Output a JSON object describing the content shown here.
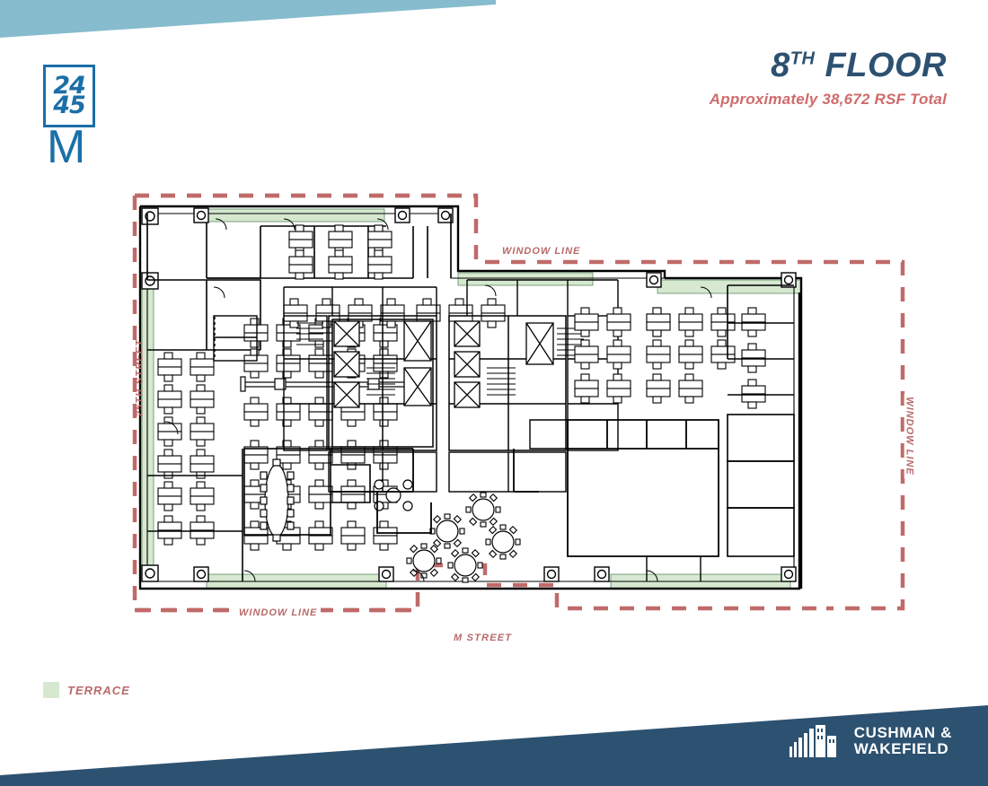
{
  "header": {
    "floor_number": "8",
    "floor_ordinal": "TH",
    "floor_word": "FLOOR",
    "subtitle": "Approximately 38,672 RSF Total"
  },
  "logo": {
    "line1": "24",
    "line2": "45",
    "letter": "M",
    "color": "#1b6fa8"
  },
  "legend": {
    "terrace_label": "TERRACE",
    "terrace_color": "#d6e8d0"
  },
  "plan": {
    "street_left": "25TH STREET",
    "street_bottom": "M STREET",
    "window_line_top": "WINDOW LINE",
    "window_line_bottom": "WINDOW LINE",
    "window_line_right": "WINDOW LINE",
    "boundary_color": "#c06a6a",
    "wall_color": "#000000",
    "terrace_fill": "#d6e8d0"
  },
  "brand": {
    "line1": "CUSHMAN &",
    "line2": "WAKEFIELD",
    "band_color": "#2d5170",
    "top_band_color": "#86bcce"
  }
}
